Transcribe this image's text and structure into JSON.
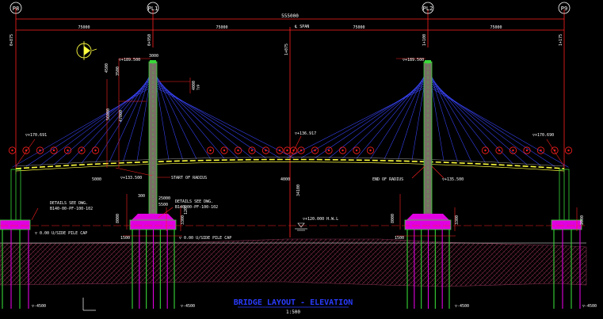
{
  "canvas": {
    "background": "#000000"
  },
  "colors": {
    "dim_red": "#ff2020",
    "pylon_green": "#38d838",
    "pylon_fill": "#7a6f66",
    "cable_blue": "#3a46ff",
    "deck_yellow": "#ffff40",
    "pile_magenta": "#e000e0",
    "label_cyan": "#6fe0ff",
    "white": "#ffffff",
    "title_blue": "#2a3cff"
  },
  "piers": [
    {
      "label": "P8"
    },
    {
      "label": "PL1"
    },
    {
      "label": "PL2"
    },
    {
      "label": "P9"
    }
  ],
  "dimensions": {
    "overall": "555000",
    "spans": [
      "75000",
      "75000",
      "75000",
      "75000"
    ],
    "pier_offsets": [
      "0+875",
      "0+950",
      "1+075",
      "1+100",
      "1+175"
    ],
    "centerline": "℄ SPAN"
  },
  "elevations": {
    "pylon_top_left": "▽+189.500",
    "pylon_top_right": "▽+189.500",
    "deck_left": "▽+133.500",
    "deck_right": "▽+135.500",
    "p8_level": "▽+170.691",
    "p9_level": "▽+170.690",
    "midspan": "▽+136.917",
    "water_level": "▽+120.000 H.W.L",
    "pile_cap_left": "▽ 0.00 U/SIDE PILE CAP",
    "pile_cap_mid": "▽ 0.00 U/SIDE PILE CAP",
    "pile_toe_1": "▽-4500",
    "pile_toe_2": "▽-4500",
    "pile_toe_3": "▽-4500",
    "pile_toe_4": "▽-4500"
  },
  "pylon_dims": {
    "top_block": "3000",
    "upper": "4500",
    "mid1": "3500",
    "mid2": "47000",
    "cable_zone": "56000",
    "small": "4000",
    "typ": "TYP"
  },
  "notes": {
    "start_radius": "START OF RADIUS",
    "end_radius": "END OF RADIUS",
    "details_left_1": "DETAILS SEE DWG.",
    "details_left_2": "B140-00-PF-100-102",
    "details_mid_1": "DETAILS SEE DWG.",
    "details_mid_2": "B140-00-PF-100-102",
    "dim_5000": "5000",
    "dim_4000": "4000",
    "dim_3400": "34100",
    "pc_25000": "25000",
    "pc_5500": "5500",
    "pc_300": "300",
    "pc_1500": "1500",
    "pc_8000": "8000",
    "pc_3300": "3300",
    "pc_1200": "1200",
    "pc_2000": "2000"
  },
  "cables_per_side": [
    "1",
    "2",
    "3",
    "4",
    "5",
    "6"
  ],
  "title": {
    "main": "BRIDGE LAYOUT - ELEVATION",
    "scale": "1:500"
  }
}
